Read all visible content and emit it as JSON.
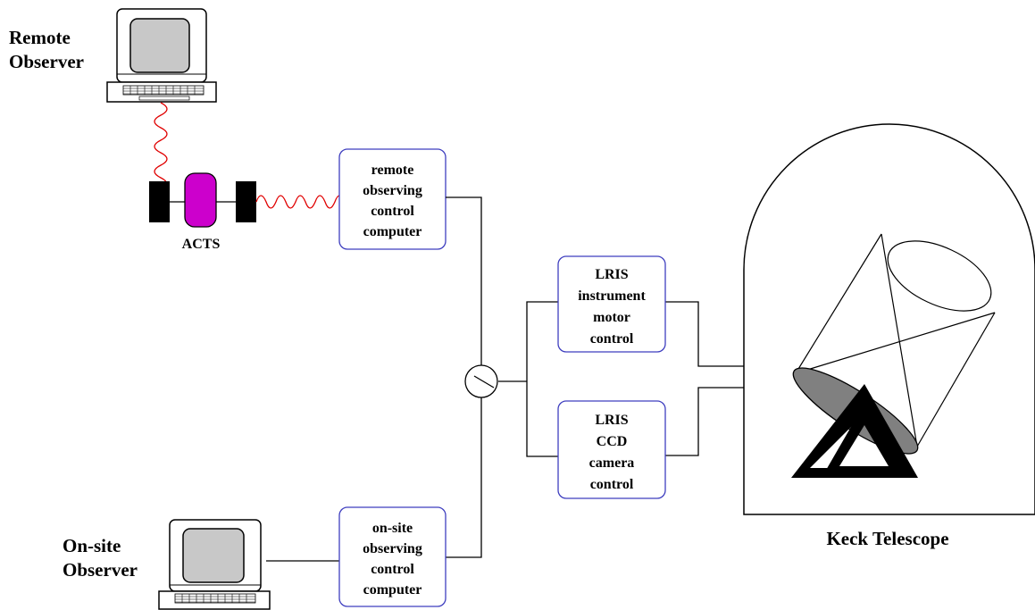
{
  "labels": {
    "remote_observer": [
      "Remote",
      "Observer"
    ],
    "onsite_observer": [
      "On-site",
      "Observer"
    ],
    "acts": "ACTS",
    "keck": "Keck Telescope"
  },
  "boxes": {
    "remote_control": [
      "remote",
      "observing",
      "control",
      "computer"
    ],
    "lris_motor": [
      "LRIS",
      "instrument",
      "motor",
      "control"
    ],
    "lris_ccd": [
      "LRIS",
      "CCD",
      "camera",
      "control"
    ],
    "onsite_control": [
      "on-site",
      "observing",
      "control",
      "computer"
    ]
  },
  "colors": {
    "box_border": "#3f3fbf",
    "wave": "#e00000",
    "acts_body": "#cc00cc",
    "monitor_screen": "#c8c8c8",
    "mirror": "#808080"
  },
  "icons": {
    "remote_terminal": "computer-terminal-icon",
    "onsite_terminal": "computer-terminal-icon",
    "switch": "switch-icon",
    "telescope": "telescope-icon",
    "satellite": "satellite-icon"
  }
}
